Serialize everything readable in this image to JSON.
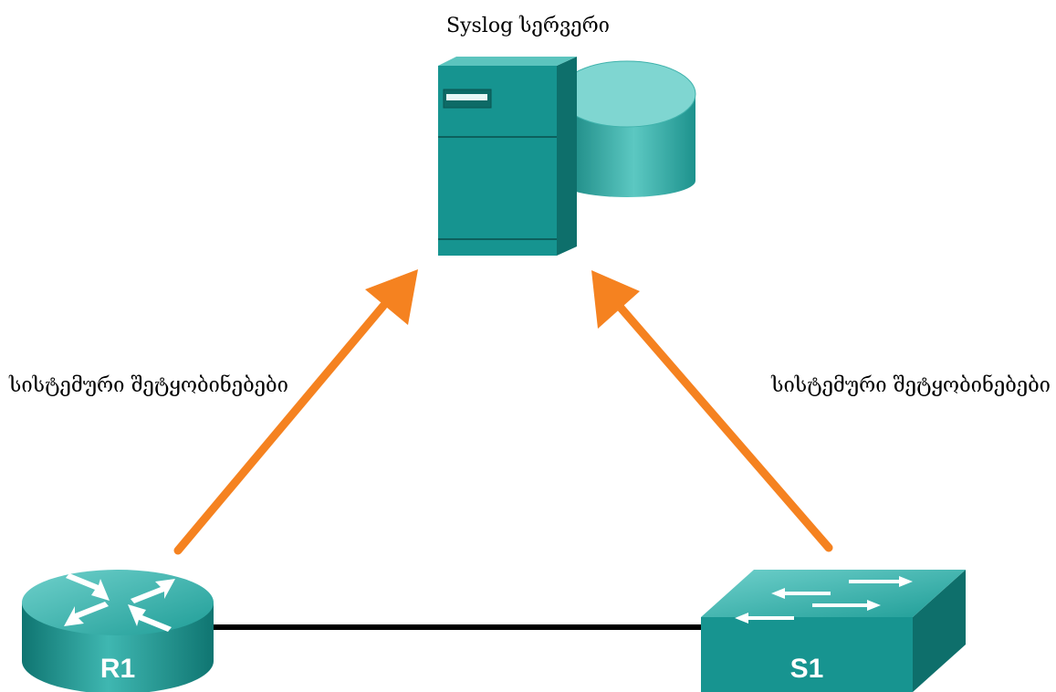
{
  "colors": {
    "arrow": "#f58220",
    "link": "#000000",
    "device_teal": "#1a9a94",
    "device_dark": "#0f7571",
    "device_light": "#5ec7c2"
  },
  "server": {
    "label": "Syslog სერვერი",
    "icon": "server-with-disk-icon"
  },
  "messages": {
    "left": "სისტემური შეტყობინებები",
    "right": "სისტემური შეტყობინებები"
  },
  "router": {
    "label": "R1",
    "icon": "router-icon"
  },
  "switch": {
    "label": "S1",
    "icon": "switch-icon"
  }
}
